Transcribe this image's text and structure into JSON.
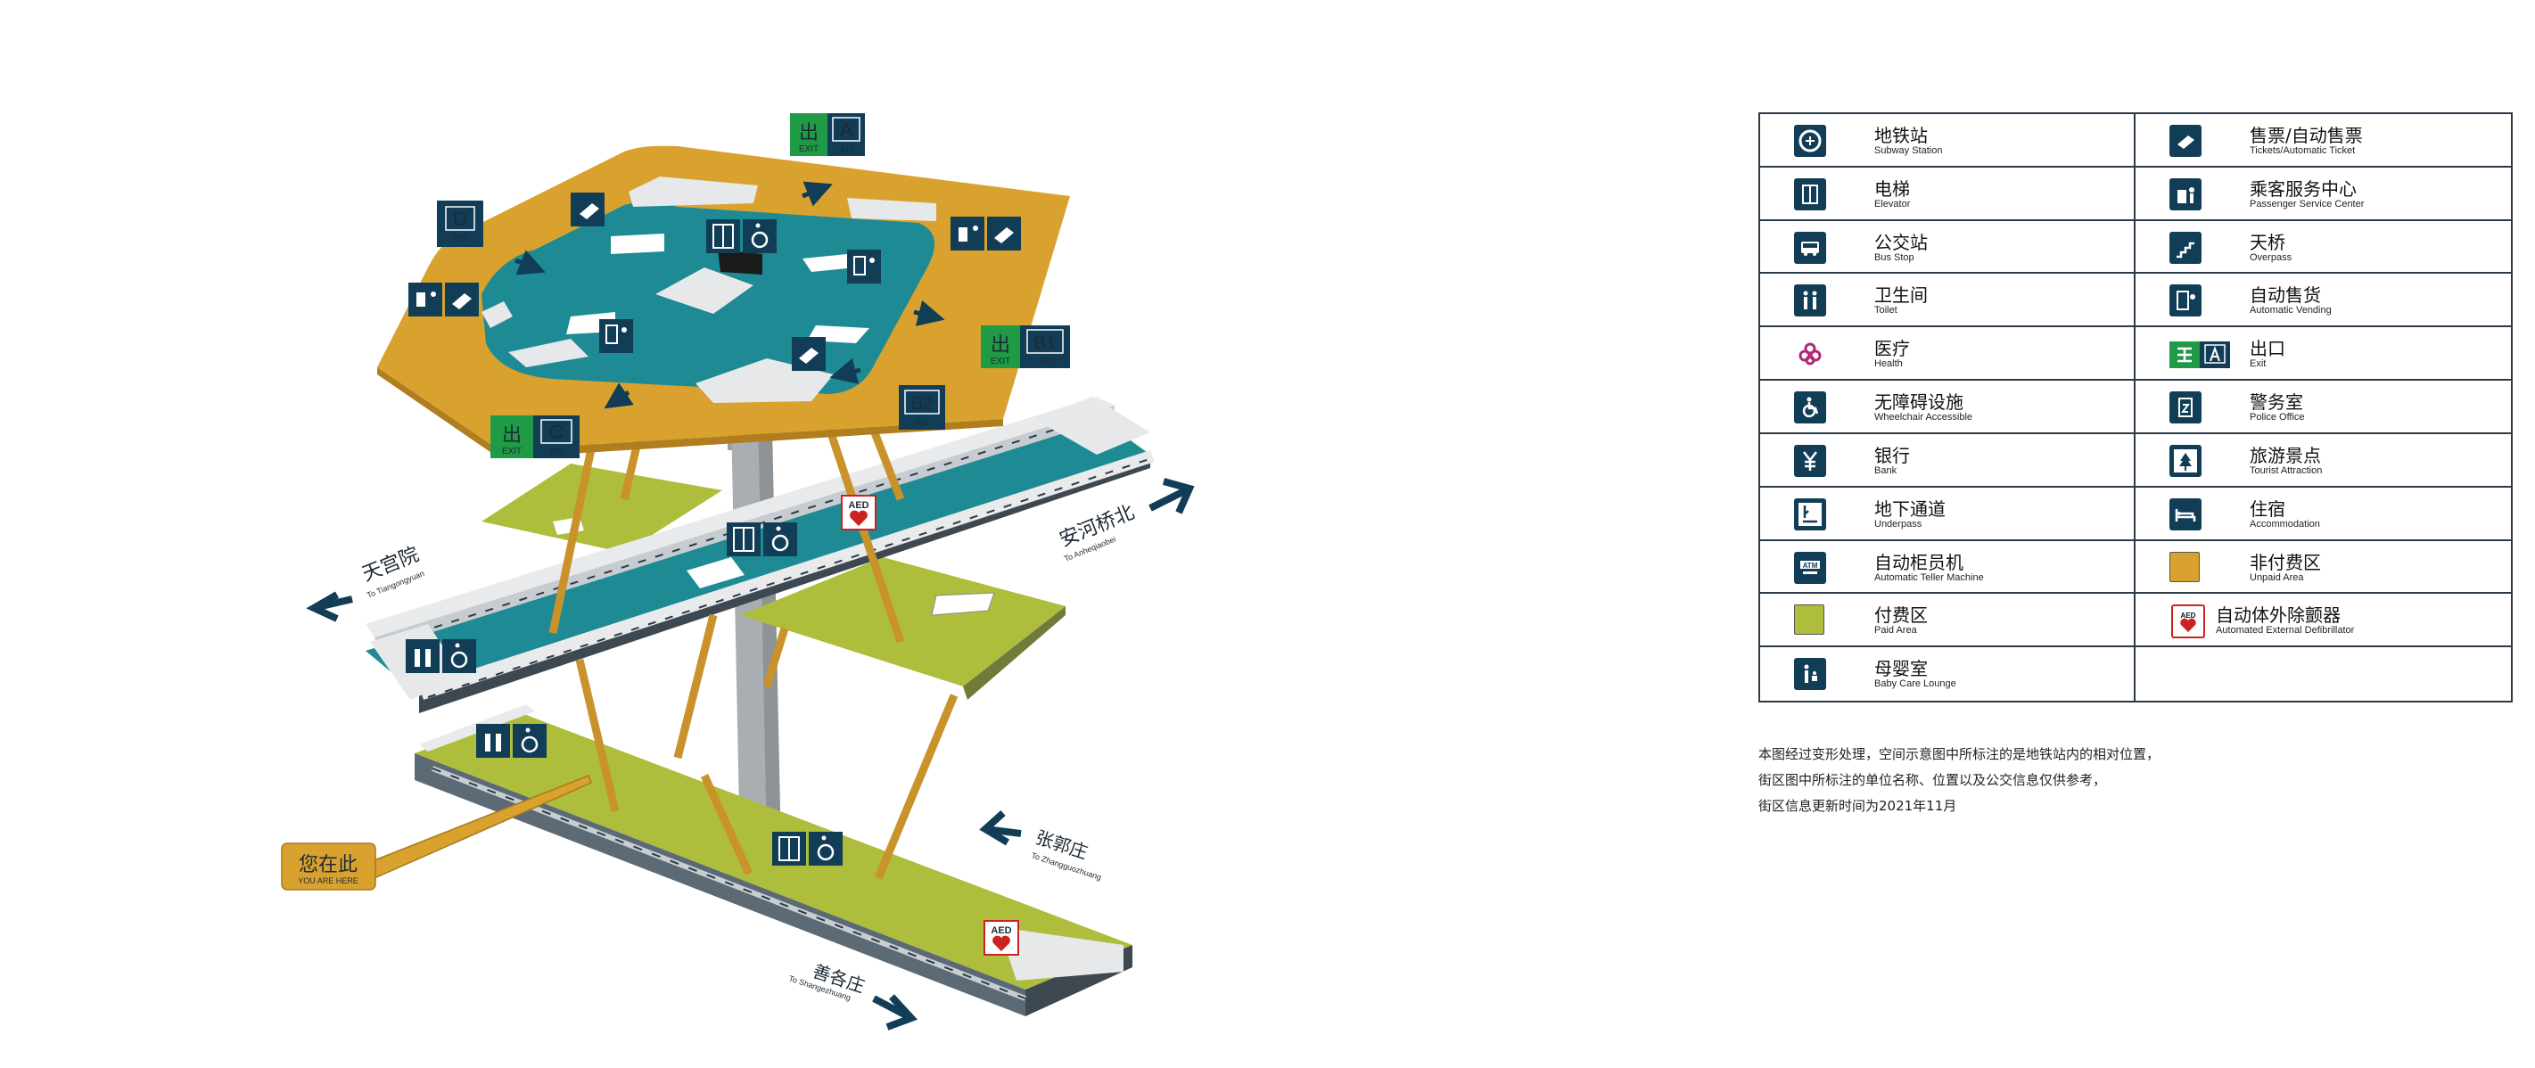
{
  "colors": {
    "unpaid": "#d9a22e",
    "paid": "#aebe3c",
    "concourse_floor": "#1e8a94",
    "sign_bg": "#123d57",
    "exit_green": "#1f9a45",
    "grey_slab": "#e6e8ea"
  },
  "map": {
    "exits": [
      {
        "letter": "A",
        "exit_en": "EXIT",
        "exit_cn": "出",
        "sub": "东口"
      },
      {
        "letter": "D",
        "sub": "西口"
      },
      {
        "letter": "B1",
        "exit_en": "EXIT",
        "exit_cn": "出",
        "sub": "东口"
      },
      {
        "letter": "B2",
        "sub": "东口"
      },
      {
        "letter": "C",
        "exit_en": "EXIT",
        "exit_cn": "出",
        "sub": "西口"
      }
    ],
    "directions": [
      {
        "zh": "天宫院",
        "en": "To Tiangongyuan"
      },
      {
        "zh": "安河桥北",
        "en": "To Anheqiaobei"
      },
      {
        "zh": "张郭庄",
        "en": "To Zhangguozhuang"
      },
      {
        "zh": "善各庄",
        "en": "To Shangezhuang"
      }
    ],
    "you_are_here": {
      "zh": "您在此",
      "en": "YOU ARE HERE"
    },
    "aed_label": "AED"
  },
  "legend": [
    {
      "zh": "地铁站",
      "en": "Subway Station",
      "icon": "subway-icon"
    },
    {
      "zh": "售票/自动售票",
      "en": "Tickets/Automatic Ticket",
      "icon": "ticket-icon"
    },
    {
      "zh": "电梯",
      "en": "Elevator",
      "icon": "elevator-icon"
    },
    {
      "zh": "乘客服务中心",
      "en": "Passenger Service Center",
      "icon": "service-center-icon"
    },
    {
      "zh": "公交站",
      "en": "Bus Stop",
      "icon": "bus-icon"
    },
    {
      "zh": "天桥",
      "en": "Overpass",
      "icon": "overpass-icon"
    },
    {
      "zh": "卫生间",
      "en": "Toilet",
      "icon": "toilet-icon"
    },
    {
      "zh": "自动售货",
      "en": "Automatic Vending",
      "icon": "vending-icon"
    },
    {
      "zh": "医疗",
      "en": "Health",
      "icon": "health-icon"
    },
    {
      "zh": "出口",
      "en": "Exit",
      "icon": "exit-icon"
    },
    {
      "zh": "无障碍设施",
      "en": "Wheelchair Accessible",
      "icon": "wheelchair-icon"
    },
    {
      "zh": "警务室",
      "en": "Police Office",
      "icon": "police-icon"
    },
    {
      "zh": "银行",
      "en": "Bank",
      "icon": "bank-icon"
    },
    {
      "zh": "旅游景点",
      "en": "Tourist Attraction",
      "icon": "tourist-icon"
    },
    {
      "zh": "地下通道",
      "en": "Underpass",
      "icon": "underpass-icon"
    },
    {
      "zh": "住宿",
      "en": "Accommodation",
      "icon": "accommodation-icon"
    },
    {
      "zh": "自动柜员机",
      "en": "Automatic Teller Machine",
      "icon": "atm-icon"
    },
    {
      "zh": "非付费区",
      "en": "Unpaid Area",
      "icon": "unpaid-area-swatch"
    },
    {
      "zh": "付费区",
      "en": "Paid Area",
      "icon": "paid-area-swatch"
    },
    {
      "zh": "自动体外除颤器",
      "en": "Automated External Defibrillator",
      "icon": "aed-icon"
    },
    {
      "zh": "母婴室",
      "en": "Baby Care Lounge",
      "icon": "baby-care-icon"
    }
  ],
  "notes": [
    "本图经过变形处理，空间示意图中所标注的是地铁站内的相对位置，",
    "街区图中所标注的单位名称、位置以及公交信息仅供参考，",
    "街区信息更新时间为2021年11月"
  ]
}
